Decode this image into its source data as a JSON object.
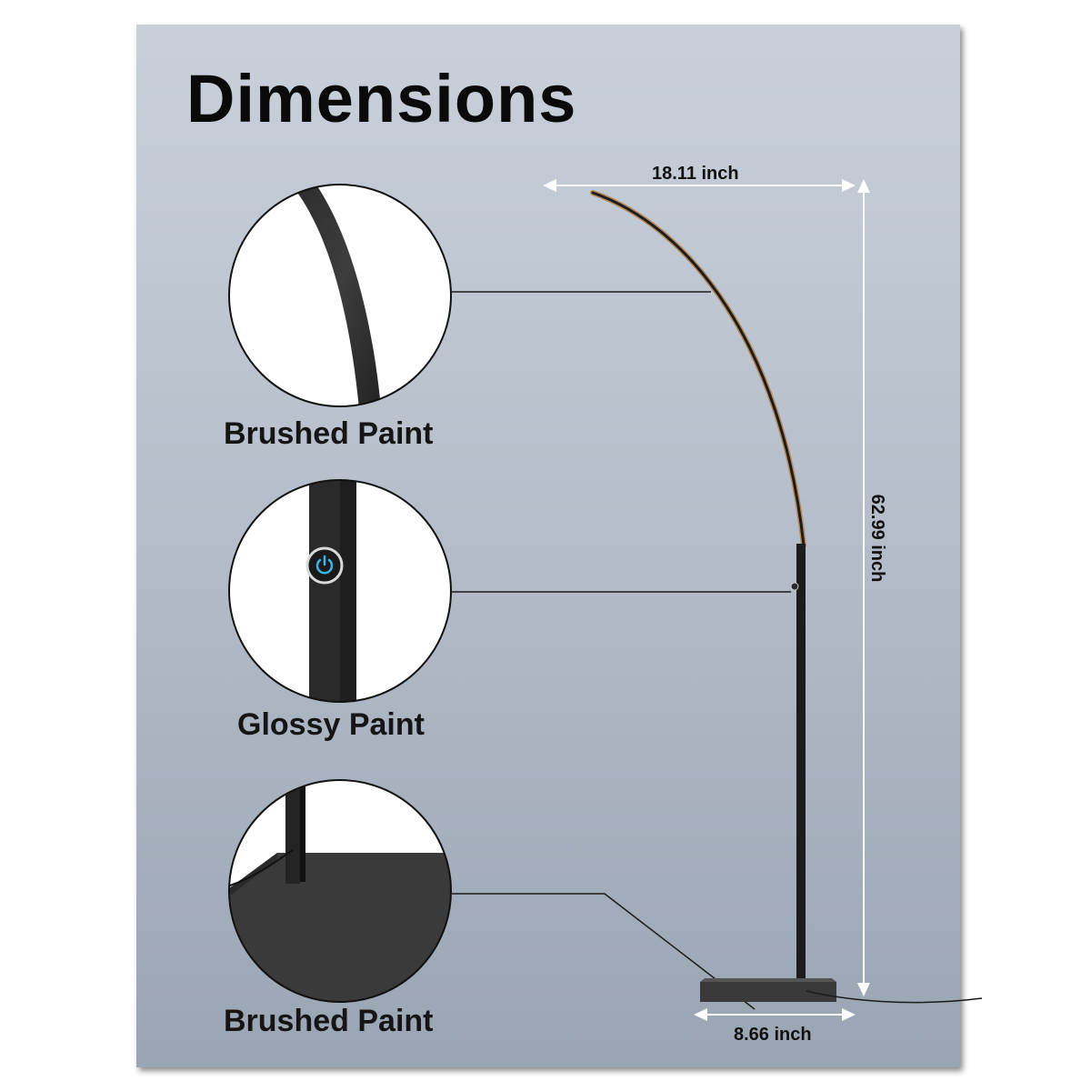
{
  "title": "Dimensions",
  "callouts": [
    {
      "label": "Brushed Paint"
    },
    {
      "label": "Glossy Paint"
    },
    {
      "label": "Brushed Paint"
    }
  ],
  "dimensions": {
    "width": "18.11 inch",
    "height": "62.99 inch",
    "base": "8.66 inch"
  },
  "colors": {
    "panel_top": "#c9d0da",
    "panel_bottom": "#9aa5b4",
    "lamp": "#1c1c1c",
    "arc_glow": "#b58a5a",
    "power_icon": "#3bb6e8"
  },
  "icons": [
    "power-icon"
  ]
}
